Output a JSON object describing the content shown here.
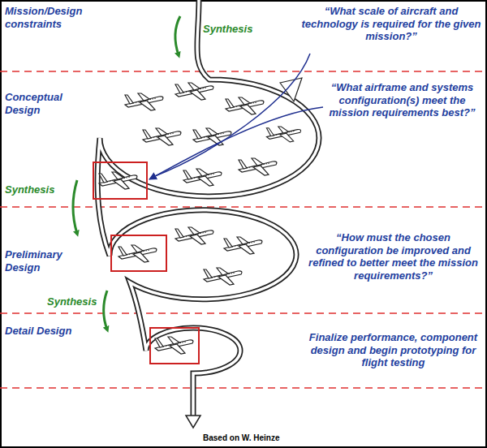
{
  "diagram": {
    "labels": [
      "Mission/Design constraints",
      "Synthesis",
      "“What scale of aircraft and technology is required for the given mission?”",
      "Conceptual Design",
      "“What airframe and systems configuration(s) meet the mission requirements best?”",
      "Synthesis",
      "Preliminary Design",
      "“How must the chosen configuration be improved and refined to better meet the mission requirements?”",
      "Synthesis",
      "Detail Design",
      "Finalize performance, component design and begin prototyping for flight testing",
      "Based on W. Heinze"
    ]
  }
}
